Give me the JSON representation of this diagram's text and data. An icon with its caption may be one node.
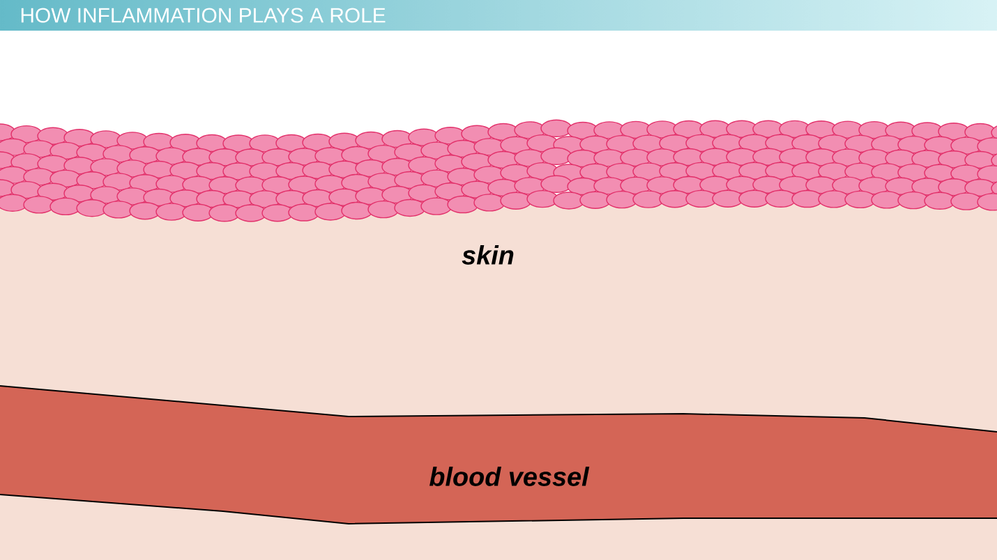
{
  "diagram": {
    "title": "HOW INFLAMMATION PLAYS A ROLE",
    "labels": [
      "skin",
      "blood vessel"
    ]
  }
}
